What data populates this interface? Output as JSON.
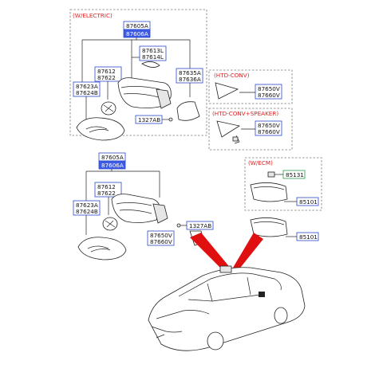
{
  "sections": {
    "electric": "(W/ELECTRIC)",
    "htd_conv": "(HTD-CONV)",
    "htd_conv_speaker": "(HTD-CONV+SPEAKER)",
    "ecm": "(W/ECM)"
  },
  "parts": {
    "top_mirror_assy": [
      "87605A",
      "87606A"
    ],
    "top_cover": [
      "87613L",
      "87614L"
    ],
    "top_housing": [
      "87612",
      "87622"
    ],
    "top_glass": [
      "87623A",
      "87624B"
    ],
    "top_cap": [
      "87635A",
      "87636A"
    ],
    "top_bolt": "1327AB",
    "htd_conv": [
      "87650V",
      "87660V"
    ],
    "htd_speaker": [
      "87650V",
      "87660V"
    ],
    "ecm_part": "85131",
    "ecm_mirror": "85101",
    "bot_mirror_assy": [
      "87605A",
      "87606A"
    ],
    "bot_housing": [
      "87612",
      "87622"
    ],
    "bot_glass": [
      "87623A",
      "87624B"
    ],
    "bot_bolt": "1327AB",
    "bot_glass2": [
      "87650V",
      "87660V"
    ],
    "inner_mirror": "85101"
  },
  "colors": {
    "highlight": "#3f5be6",
    "box_border": "#2a49c9",
    "section_text": "#d22222",
    "callout": "#e01010"
  }
}
